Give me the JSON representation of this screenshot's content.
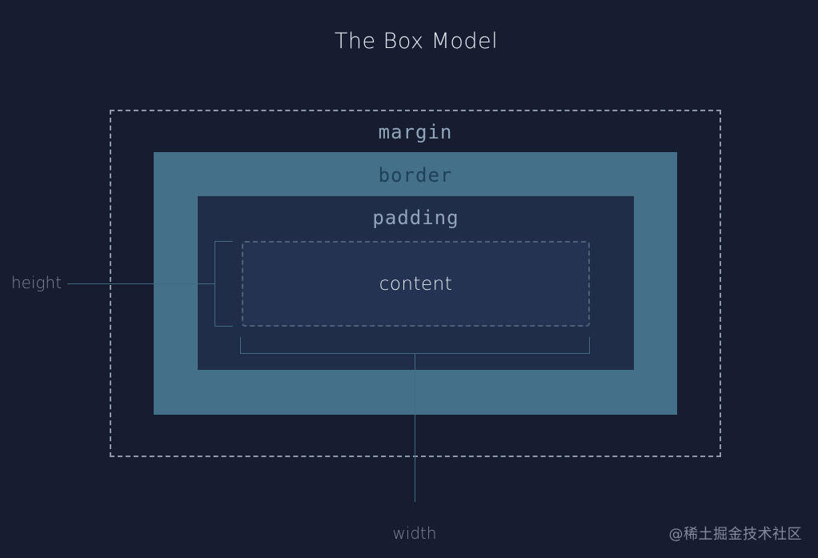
{
  "title": "The Box Model",
  "diagram": {
    "margin_label": "margin",
    "border_label": "border",
    "padding_label": "padding",
    "content_label": "content",
    "height_label": "height",
    "width_label": "width"
  },
  "watermark": "@稀土掘金技术社区",
  "colors": {
    "background": "#161d31",
    "border_box_fill": "#44708a",
    "padding_box_fill": "#1f2d48",
    "content_box_fill": "#243352",
    "margin_dash": "#a4b2c0",
    "content_dash": "#4c6078",
    "measure_line": "#41697f",
    "inner_label_light": "#90a5ba",
    "inner_label_dark": "#1f4059",
    "title_text": "#e8ecf2",
    "dimension_text": "#7d8799",
    "watermark_text": "#828b9b"
  }
}
